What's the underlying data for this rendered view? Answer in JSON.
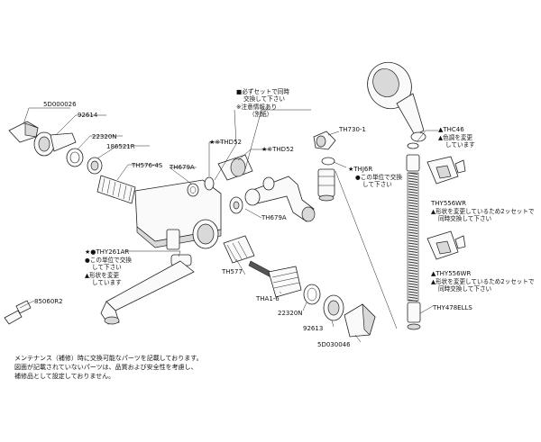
{
  "parts": {
    "p_5d000026": "5D000026",
    "p_92614": "92614",
    "p_22320n_top": "22320N",
    "p_186521r": "186521R",
    "p_th576_4s": "TH576-4S",
    "p_th679a_top": "TH679A",
    "p_thd52_a": "★※THD52",
    "p_thd52_b": "★※THD52",
    "p_th730_1": "TH730-1",
    "p_thj6r": "★THJ6R",
    "p_thc46": "▲THC46",
    "p_thy556wr_a": "THY556WR",
    "p_thy556wr_b": "▲THY556WR",
    "p_th679a_mid": "TH679A",
    "p_thy261ar": "★●THY261AR",
    "p_th577": "TH577",
    "p_tha1_6": "THA1-6",
    "p_22320n_bot": "22320N",
    "p_92613": "92613",
    "p_5d030046": "5D030046",
    "p_thy478ells": "THY478ELLS",
    "p_85060r2": "85060R2"
  },
  "notes": {
    "set_replace_1": "■必ずセットで同時",
    "set_replace_2": "交換して下さい",
    "info_1": "※注意情報あり",
    "info_2": "（別紙）",
    "thj6r_1": "●この単位で交換",
    "thj6r_2": "して下さい",
    "thc46_1": "▲色調を変更",
    "thc46_2": "しています",
    "thy556wr_a_1": "▲形状を変更しているため2ッセットで",
    "thy556wr_a_2": "同時交換して下さい",
    "thy556wr_b_1": "▲形状を変更しているため2ッセットで",
    "thy556wr_b_2": "同時交換して下さい",
    "thy261ar_1": "●この単位で交換",
    "thy261ar_2": "して下さい",
    "thy261ar_3": "▲形状を変更",
    "thy261ar_4": "しています"
  },
  "footer": {
    "line1": "メンテナンス（補修）時に交換可能なパーツを記載しております。",
    "line2": "図面が記載されていないパーツは、品質および安全性を考慮し、",
    "line3": "補修品として設定しておりません。"
  }
}
